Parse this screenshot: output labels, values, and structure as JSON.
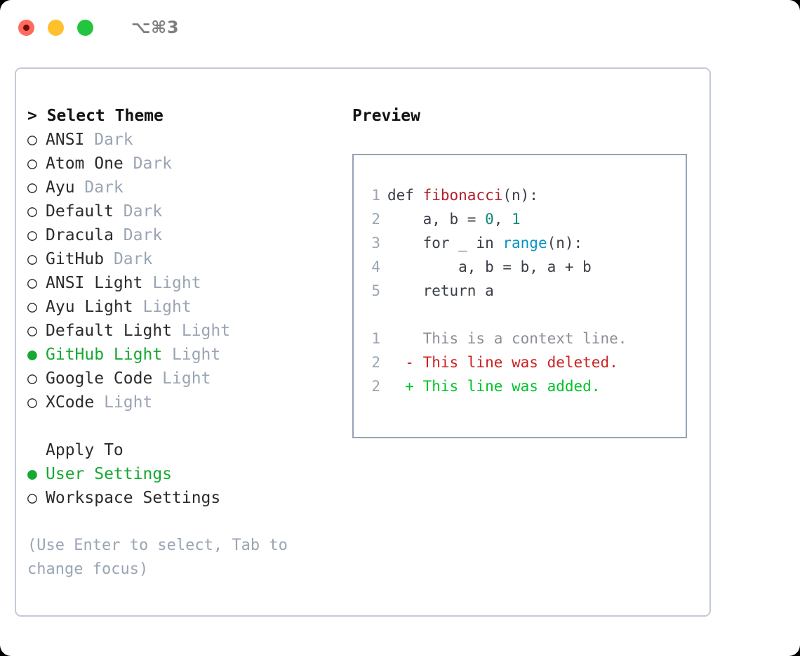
{
  "window": {
    "shortcut": "⌥⌘3",
    "traffic_lights": [
      {
        "name": "close",
        "color": "#ff6a5e"
      },
      {
        "name": "minimize",
        "color": "#ffc02e"
      },
      {
        "name": "maximize",
        "color": "#23c53f"
      }
    ],
    "accent_green": "#16a831",
    "muted_grey": "#9aa5b4",
    "border": "#c3cad6"
  },
  "theme_list": {
    "heading": "> Select Theme",
    "markers": {
      "selected": "●",
      "unselected": "○"
    },
    "items": [
      {
        "marker": "○",
        "label": "ANSI",
        "tag": "Dark",
        "selected": false
      },
      {
        "marker": "○",
        "label": "Atom One",
        "tag": "Dark",
        "selected": false
      },
      {
        "marker": "○",
        "label": "Ayu",
        "tag": "Dark",
        "selected": false
      },
      {
        "marker": "○",
        "label": "Default",
        "tag": "Dark",
        "selected": false
      },
      {
        "marker": "○",
        "label": "Dracula",
        "tag": "Dark",
        "selected": false
      },
      {
        "marker": "○",
        "label": "GitHub",
        "tag": "Dark",
        "selected": false
      },
      {
        "marker": "○",
        "label": "ANSI Light",
        "tag": "Light",
        "selected": false
      },
      {
        "marker": "○",
        "label": "Ayu Light",
        "tag": "Light",
        "selected": false
      },
      {
        "marker": "○",
        "label": "Default Light",
        "tag": "Light",
        "selected": false
      },
      {
        "marker": "●",
        "label": "GitHub Light",
        "tag": "Light",
        "selected": true
      },
      {
        "marker": "○",
        "label": "Google Code",
        "tag": "Light",
        "selected": false
      },
      {
        "marker": "○",
        "label": "XCode",
        "tag": "Light",
        "selected": false
      }
    ]
  },
  "apply_to": {
    "heading": "Apply To",
    "options": [
      {
        "marker": "●",
        "label": "User Settings",
        "selected": true
      },
      {
        "marker": "○",
        "label": "Workspace Settings",
        "selected": false
      }
    ]
  },
  "hint": "(Use Enter to select, Tab to change focus)",
  "preview": {
    "title": "Preview",
    "code_lines": [
      {
        "no": "1",
        "indent": "",
        "parts": [
          {
            "text": "def ",
            "kind": "plain"
          },
          {
            "text": "fibonacci",
            "kind": "fn"
          },
          {
            "text": "(n):",
            "kind": "plain"
          }
        ]
      },
      {
        "no": "2",
        "indent": "    ",
        "parts": [
          {
            "text": "a, b = ",
            "kind": "plain"
          },
          {
            "text": "0",
            "kind": "num"
          },
          {
            "text": ", ",
            "kind": "plain"
          },
          {
            "text": "1",
            "kind": "num"
          }
        ]
      },
      {
        "no": "3",
        "indent": "    ",
        "parts": [
          {
            "text": "for _ in ",
            "kind": "plain"
          },
          {
            "text": "range",
            "kind": "call"
          },
          {
            "text": "(n):",
            "kind": "plain"
          }
        ]
      },
      {
        "no": "4",
        "indent": "        ",
        "parts": [
          {
            "text": "a, b = b, a + b",
            "kind": "plain"
          }
        ]
      },
      {
        "no": "5",
        "indent": "    ",
        "parts": [
          {
            "text": "return a",
            "kind": "plain"
          }
        ]
      }
    ],
    "diff_lines": [
      {
        "no": "1",
        "sign": "  ",
        "text": "This is a context line.",
        "kind": "context"
      },
      {
        "no": "2",
        "sign": "- ",
        "text": "This line was deleted.",
        "kind": "del"
      },
      {
        "no": "2",
        "sign": "+ ",
        "text": "This line was added.",
        "kind": "add"
      }
    ]
  }
}
